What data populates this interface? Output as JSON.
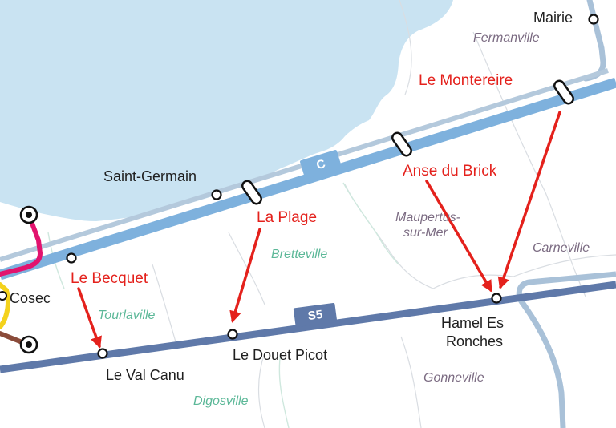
{
  "map": {
    "colors": {
      "sea": "#c9e3f2",
      "land": "#ffffff",
      "commune_border": "#d9dde2",
      "stream": "#cfe8de",
      "line_c": "#7eb1dd",
      "line_c_rail": "#b4c9dc",
      "line_s5": "#5f79a9",
      "line_side": "#a9c1d8",
      "line_pink": "#e2136e",
      "line_yellow": "#f4d21c",
      "line_brown": "#8a4b3a",
      "annotation": "#e4211c",
      "commune_purple": "#7b6b82",
      "commune_green": "#5cb898"
    },
    "lines": [
      {
        "id": "line-c",
        "label": "C"
      },
      {
        "id": "line-s5",
        "label": "S5"
      }
    ],
    "stops": [
      {
        "id": "mairie",
        "label": "Mairie"
      },
      {
        "id": "saint-germain",
        "label": "Saint-Germain"
      },
      {
        "id": "cosec",
        "label": "Cosec"
      },
      {
        "id": "le-val-canu",
        "label": "Le Val Canu"
      },
      {
        "id": "le-douet-picot",
        "label": "Le Douet Picot"
      },
      {
        "id": "hamel-es-ronches",
        "label": "Hamel Es Ronches",
        "label_lines": [
          "Hamel Es",
          "Ronches"
        ]
      }
    ],
    "communes": [
      {
        "id": "fermanville",
        "label": "Fermanville",
        "color": "purple"
      },
      {
        "id": "maupertus",
        "label": "Maupertus-sur-Mer",
        "label_lines": [
          "Maupertus-",
          "sur-Mer"
        ],
        "color": "purple"
      },
      {
        "id": "carneville",
        "label": "Carneville",
        "color": "purple"
      },
      {
        "id": "gonneville",
        "label": "Gonneville",
        "color": "purple"
      },
      {
        "id": "bretteville",
        "label": "Bretteville",
        "color": "green"
      },
      {
        "id": "tourlaville",
        "label": "Tourlaville",
        "color": "green"
      },
      {
        "id": "digosville",
        "label": "Digosville",
        "color": "green"
      }
    ],
    "annotations": [
      {
        "id": "le-montereire",
        "label": "Le Montereire"
      },
      {
        "id": "anse-du-brick",
        "label": "Anse du Brick"
      },
      {
        "id": "la-plage",
        "label": "La Plage"
      },
      {
        "id": "le-becquet",
        "label": "Le Becquet"
      }
    ]
  }
}
